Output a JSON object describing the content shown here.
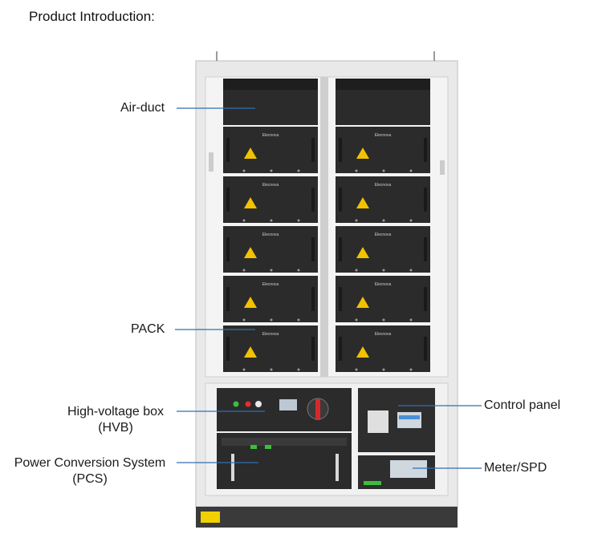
{
  "title": "Product Introduction:",
  "brand": "Elecnova",
  "labels": {
    "air_duct": "Air-duct",
    "pack": "PACK",
    "hvb_line1": "High-voltage box",
    "hvb_line2": "(HVB)",
    "pcs_line1": "Power Conversion System",
    "pcs_line2": "(PCS)",
    "control_panel": "Control panel",
    "meter_spd": "Meter/SPD"
  },
  "colors": {
    "leader_line": "#2f6fb5",
    "cabinet_frame": "#e9e9e9",
    "module": "#2b2b2b",
    "warning": "#f2c200",
    "base_label": "#f2d100"
  }
}
